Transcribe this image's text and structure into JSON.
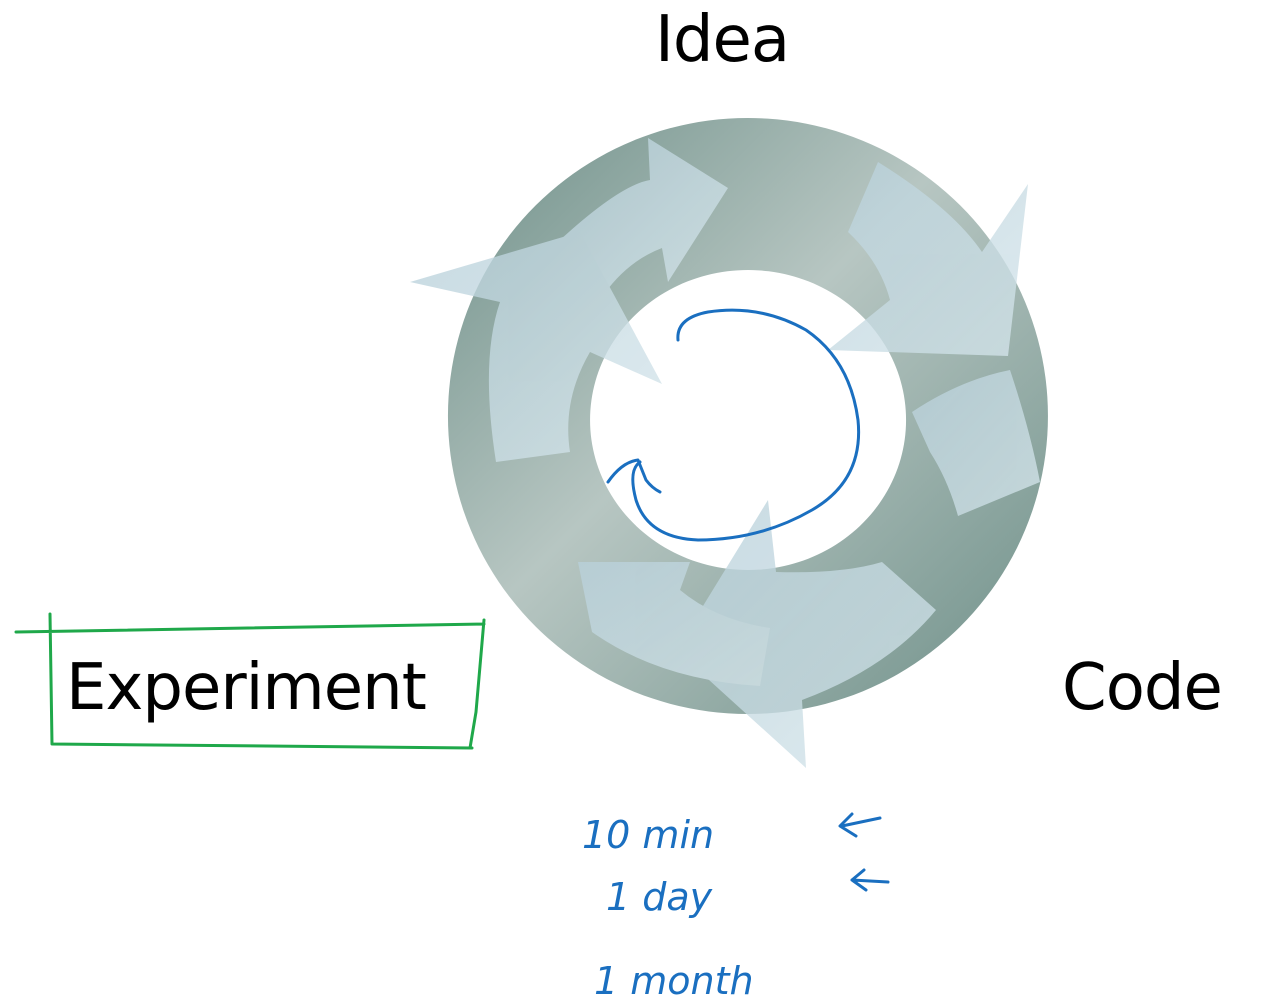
{
  "labels": {
    "idea": "Idea",
    "code": "Code",
    "experiment": "Experiment"
  },
  "annotations": {
    "time_1": "10 min",
    "time_2": "1 day",
    "time_3": "1 month"
  },
  "colors": {
    "ring_dark": "#6e8f88",
    "ring_light": "#b7c6c2",
    "arrow_fill": "#c9dde6",
    "ink_blue": "#1a6fc0",
    "highlight_green": "#1fa84a"
  }
}
